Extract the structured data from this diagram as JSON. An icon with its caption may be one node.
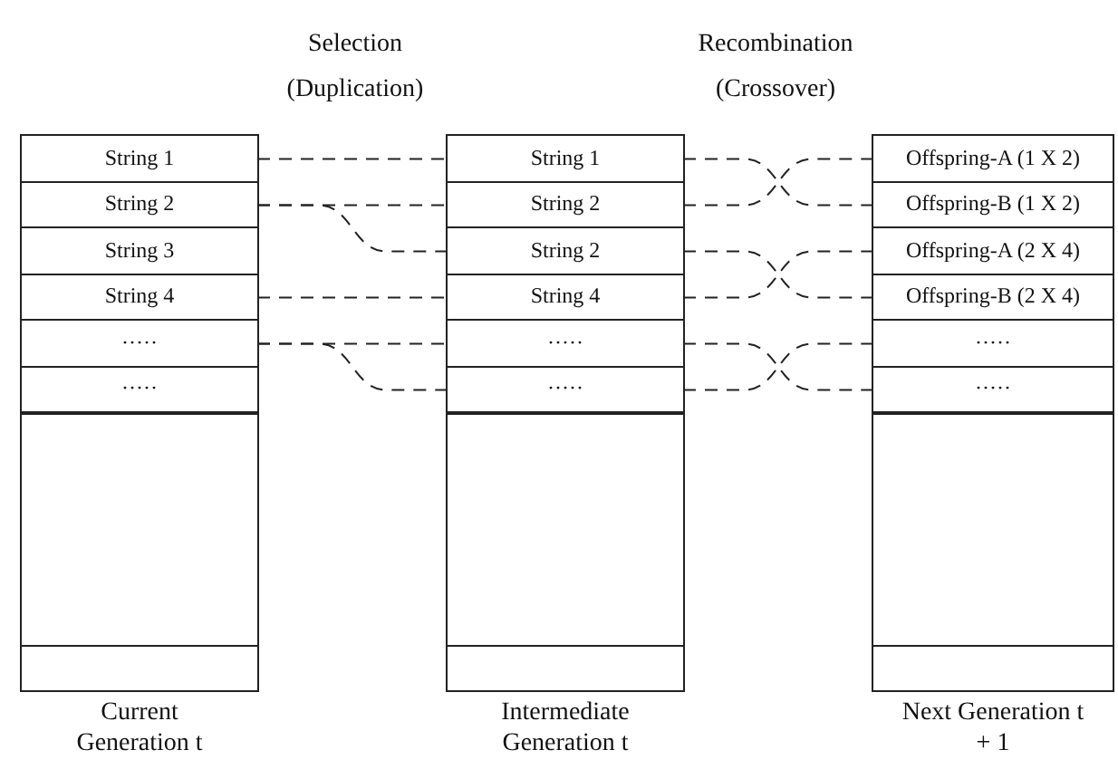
{
  "diagram": {
    "nodes": [
      {
        "text": [
          "Current Generation t"
        ]
      },
      {
        "text": [
          "String 1"
        ],
        "in": 0
      },
      {
        "text": [
          "String 2"
        ],
        "in": 0
      },
      {
        "text": [
          "String 3"
        ],
        "in": 0
      },
      {
        "text": [
          "String 4"
        ],
        "in": 0
      },
      {
        "text": [
          "·····"
        ],
        "in": 0
      },
      {
        "text": [
          "·····"
        ],
        "in": 0
      },
      {
        "text": [
          "Intermediate Generation t"
        ]
      },
      {
        "text": [
          "String 1"
        ],
        "in": 7
      },
      {
        "text": [
          "String 2"
        ],
        "in": 7
      },
      {
        "text": [
          "String 2"
        ],
        "in": 7
      },
      {
        "text": [
          "String 4"
        ],
        "in": 7
      },
      {
        "text": [
          "·····"
        ],
        "in": 7
      },
      {
        "text": [
          "·····"
        ],
        "in": 7
      },
      {
        "text": [
          "Next Generation t + 1"
        ]
      },
      {
        "text": [
          "Offspring-A (1 X 2)"
        ],
        "in": 14
      },
      {
        "text": [
          "Offspring-B (1 X 2)"
        ],
        "in": 14
      },
      {
        "text": [
          "Offspring-A (2 X 4)"
        ],
        "in": 14
      },
      {
        "text": [
          "Offspring-B (2 X 4)"
        ],
        "in": 14
      },
      {
        "text": [
          "·····"
        ],
        "in": 14
      },
      {
        "text": [
          "·····"
        ],
        "in": 14
      }
    ],
    "edges": [
      {
        "from": 1,
        "to": 8,
        "arrow": "none",
        "style": "dashed"
      },
      {
        "from": 2,
        "to": 9,
        "arrow": "none",
        "style": "dashed"
      },
      {
        "from": 2,
        "to": 10,
        "arrow": "none",
        "style": "dashed"
      },
      {
        "from": 4,
        "to": 11,
        "arrow": "none",
        "style": "dashed"
      },
      {
        "from": 5,
        "to": 12,
        "arrow": "none",
        "style": "dashed"
      },
      {
        "from": 5,
        "to": 13,
        "arrow": "none",
        "style": "dashed"
      },
      {
        "from": 8,
        "to": 16,
        "arrow": "none",
        "style": "dashed"
      },
      {
        "from": 9,
        "to": 15,
        "arrow": "none",
        "style": "dashed"
      },
      {
        "from": 10,
        "to": 18,
        "arrow": "none",
        "style": "dashed"
      },
      {
        "from": 11,
        "to": 17,
        "arrow": "none",
        "style": "dashed"
      },
      {
        "from": 12,
        "to": 20,
        "arrow": "none",
        "style": "dashed"
      },
      {
        "from": 13,
        "to": 19,
        "arrow": "none",
        "style": "dashed"
      }
    ],
    "labels": [
      "Selection (Duplication)",
      "Recombination (Crossover)"
    ]
  }
}
